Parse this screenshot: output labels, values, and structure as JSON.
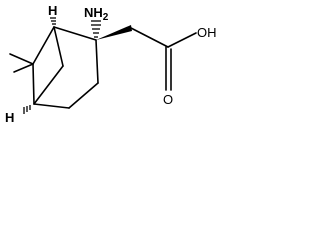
{
  "molecule": {
    "atoms": {
      "amine": "NH2",
      "amine_main": "NH",
      "amine_sub": "2",
      "carbonyl_oxygen": "O",
      "hydroxyl": "OH",
      "bridgehead_top_h": "H",
      "bridgehead_bottom_h": "H"
    }
  },
  "colors": {
    "bond": "#000000",
    "background": "#ffffff"
  }
}
